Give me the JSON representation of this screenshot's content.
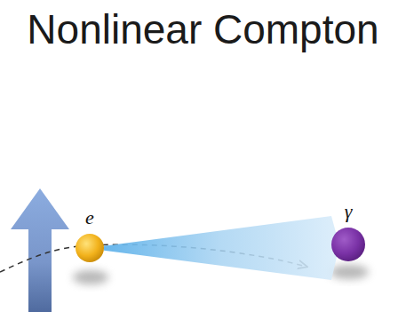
{
  "diagram": {
    "title": "Nonlinear Compton",
    "nodes": [
      {
        "text": [
          "e"
        ]
      },
      {
        "text": [
          "γ"
        ]
      }
    ],
    "edges": [
      {
        "from": 0,
        "to": 1,
        "arrow": "none"
      }
    ]
  }
}
